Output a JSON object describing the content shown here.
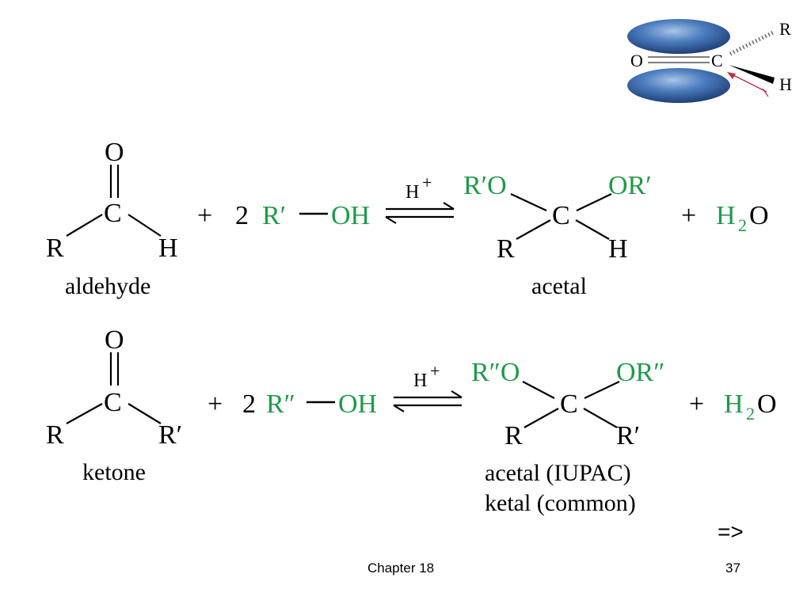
{
  "reaction1": {
    "carbonyl_O": "O",
    "carbonyl_C": "C",
    "left_R": "R",
    "right_H": "H",
    "reactant_name": "aldehyde",
    "plus1": "+",
    "coefficient": "2",
    "alcohol_R": "R′",
    "alcohol_OH": "OH",
    "catalyst": "H",
    "catalyst_charge": "+",
    "product_OR_left": "R′O",
    "product_OR_right": "OR′",
    "product_C": "C",
    "product_R": "R",
    "product_H": "H",
    "product_name": "acetal",
    "plus2": "+",
    "water_H": "H",
    "water_sub": "2",
    "water_O": "O"
  },
  "reaction2": {
    "carbonyl_O": "O",
    "carbonyl_C": "C",
    "left_R": "R",
    "right_R": "R′",
    "reactant_name": "ketone",
    "plus1": "+",
    "coefficient": "2",
    "alcohol_R": "R″",
    "alcohol_OH": "OH",
    "catalyst": "H",
    "catalyst_charge": "+",
    "product_OR_left": "R″O",
    "product_OR_right": "OR″",
    "product_C": "C",
    "product_R": "R",
    "product_R2": "R′",
    "product_name_line1": "acetal (IUPAC)",
    "product_name_line2": "ketal (common)",
    "plus2": "+",
    "water_H": "H",
    "water_sub": "2",
    "water_O": "O"
  },
  "orbital_figure": {
    "O": "O",
    "C": "C",
    "R": "R",
    "H": "H"
  },
  "footer": {
    "chapter": "Chapter 18",
    "page": "37",
    "next": "=>"
  },
  "colors": {
    "reagent_green": "#1f9a4a",
    "orbital_blue": "#3f6fb0"
  }
}
